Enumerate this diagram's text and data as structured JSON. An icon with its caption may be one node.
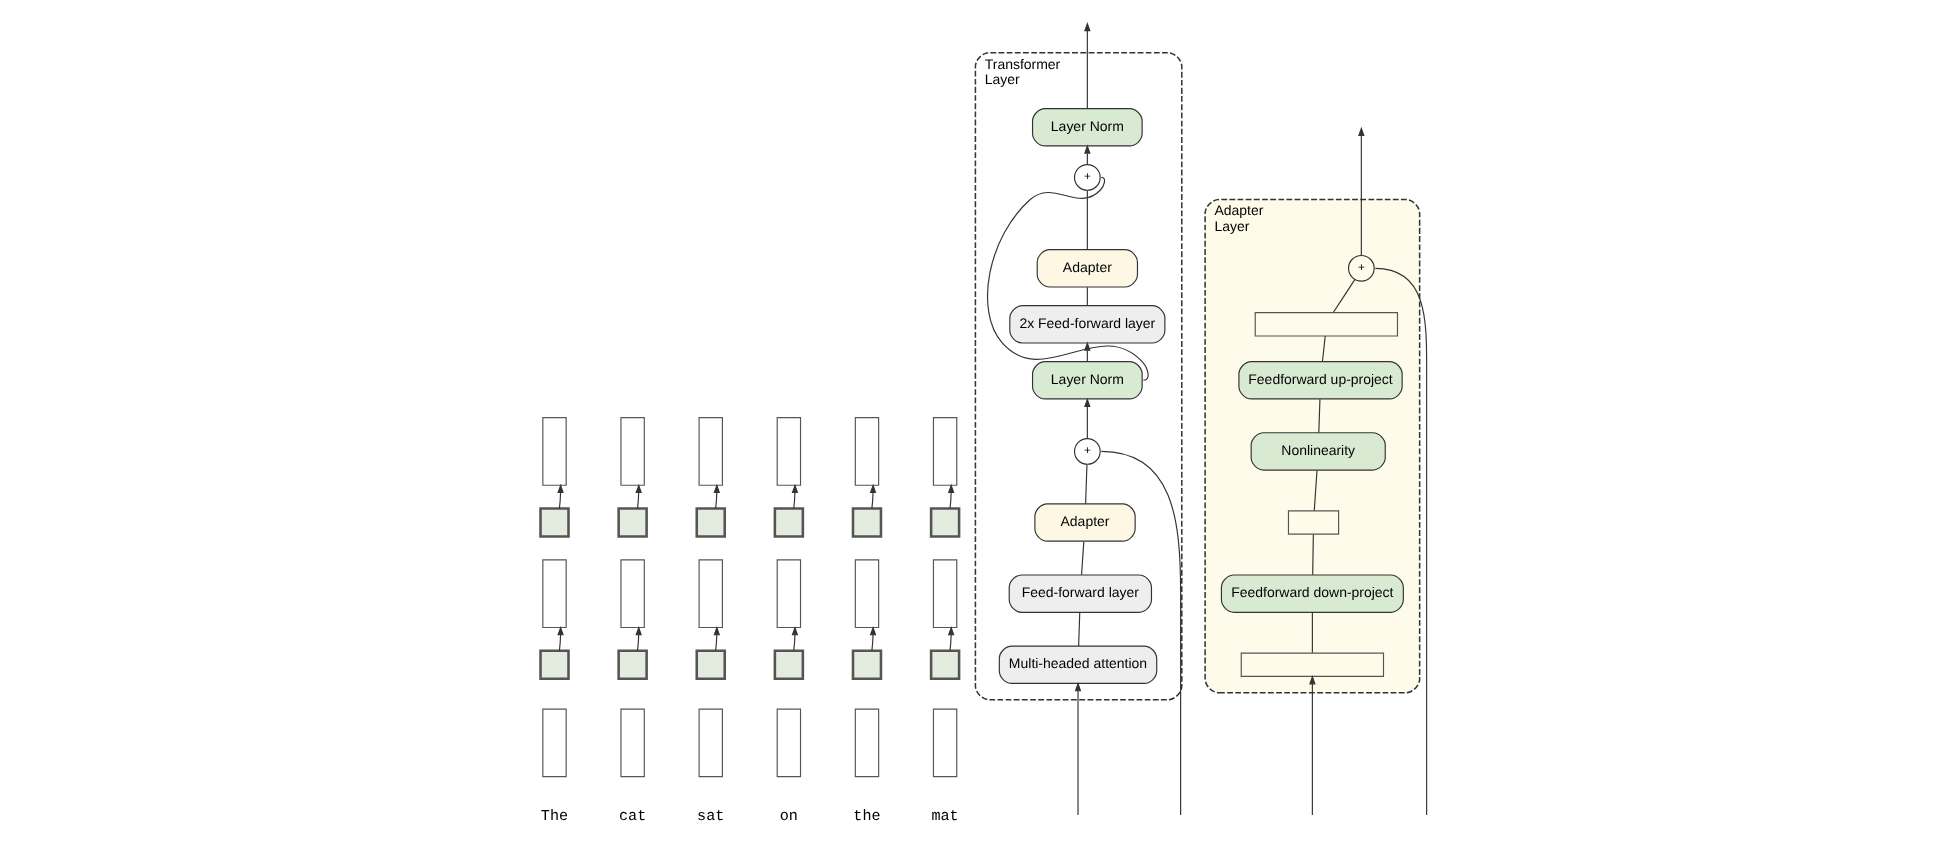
{
  "diagram": {
    "nodes": [
      {
        "text": [],
        "shape": "box"
      },
      {
        "text": [],
        "shape": "box"
      },
      {
        "text": [],
        "shape": "box"
      },
      {
        "text": [],
        "shape": "box"
      },
      {
        "text": [],
        "shape": "box"
      },
      {
        "text": [],
        "shape": "box"
      },
      {
        "text": [],
        "shape": "square"
      },
      {
        "text": [],
        "shape": "square"
      },
      {
        "text": [],
        "shape": "square"
      },
      {
        "text": [],
        "shape": "square"
      },
      {
        "text": [],
        "shape": "square"
      },
      {
        "text": [],
        "shape": "square"
      },
      {
        "text": [],
        "shape": "box"
      },
      {
        "text": [],
        "shape": "box"
      },
      {
        "text": [],
        "shape": "box"
      },
      {
        "text": [],
        "shape": "box"
      },
      {
        "text": [],
        "shape": "box"
      },
      {
        "text": [],
        "shape": "box"
      },
      {
        "text": [],
        "shape": "square"
      },
      {
        "text": [],
        "shape": "square"
      },
      {
        "text": [],
        "shape": "square"
      },
      {
        "text": [],
        "shape": "square"
      },
      {
        "text": [],
        "shape": "square"
      },
      {
        "text": [],
        "shape": "square"
      },
      {
        "text": [],
        "shape": "box"
      },
      {
        "text": [],
        "shape": "box"
      },
      {
        "text": [],
        "shape": "box"
      },
      {
        "text": [],
        "shape": "box"
      },
      {
        "text": [],
        "shape": "box"
      },
      {
        "text": [],
        "shape": "box"
      },
      {
        "text": [
          "Transformer Layer"
        ]
      },
      {
        "text": [
          "Layer Norm"
        ],
        "in": 30
      },
      {
        "text": [
          "+"
        ],
        "in": 30
      },
      {
        "text": [
          "Adapter"
        ],
        "in": 30
      },
      {
        "text": [
          "2x Feed-forward layer"
        ],
        "in": 30
      },
      {
        "text": [
          "Layer Norm"
        ],
        "in": 30
      },
      {
        "text": [
          "+"
        ],
        "in": 30
      },
      {
        "text": [
          "Adapter"
        ],
        "in": 30
      },
      {
        "text": [
          "Feed-forward layer"
        ],
        "in": 30
      },
      {
        "text": [
          "Multi-headed attention"
        ],
        "in": 30
      },
      {
        "text": [
          "Adapter Layer"
        ]
      },
      {
        "text": [
          "+"
        ],
        "in": 40
      },
      {
        "text": [],
        "shape": "box",
        "in": 40
      },
      {
        "text": [
          "Feedforward up-project"
        ],
        "in": 40
      },
      {
        "text": [
          "Nonlinearity"
        ],
        "in": 40
      },
      {
        "text": [],
        "shape": "box",
        "in": 40
      },
      {
        "text": [
          "Feedforward down-project"
        ],
        "in": 40
      },
      {
        "text": [],
        "shape": "box",
        "in": 40
      }
    ],
    "edges": [
      {
        "from": 6,
        "to": 0,
        "arrow": "to"
      },
      {
        "from": 7,
        "to": 1,
        "arrow": "to"
      },
      {
        "from": 8,
        "to": 2,
        "arrow": "to"
      },
      {
        "from": 9,
        "to": 3,
        "arrow": "to"
      },
      {
        "from": 10,
        "to": 4,
        "arrow": "to"
      },
      {
        "from": 11,
        "to": 5,
        "arrow": "to"
      },
      {
        "from": 18,
        "to": 12,
        "arrow": "to"
      },
      {
        "from": 19,
        "to": 13,
        "arrow": "to"
      },
      {
        "from": 20,
        "to": 14,
        "arrow": "to"
      },
      {
        "from": 21,
        "to": 15,
        "arrow": "to"
      },
      {
        "from": 22,
        "to": 16,
        "arrow": "to"
      },
      {
        "from": 23,
        "to": 17,
        "arrow": "to"
      },
      {
        "from": null,
        "to": 39,
        "arrow": "to"
      },
      {
        "from": 39,
        "to": 38,
        "arrow": "none"
      },
      {
        "from": 38,
        "to": 37,
        "arrow": "none"
      },
      {
        "from": 37,
        "to": 36,
        "arrow": "none"
      },
      {
        "from": null,
        "to": 36,
        "arrow": "none"
      },
      {
        "from": 36,
        "to": 35,
        "arrow": "to"
      },
      {
        "from": 35,
        "to": 34,
        "arrow": "to"
      },
      {
        "from": 34,
        "to": 33,
        "arrow": "none"
      },
      {
        "from": 33,
        "to": 32,
        "arrow": "none"
      },
      {
        "from": 35,
        "to": 32,
        "arrow": "none"
      },
      {
        "from": 32,
        "to": 31,
        "arrow": "to"
      },
      {
        "from": 31,
        "to": null,
        "arrow": "to"
      },
      {
        "from": null,
        "to": 47,
        "arrow": "to"
      },
      {
        "from": 47,
        "to": 46,
        "arrow": "none"
      },
      {
        "from": 46,
        "to": 45,
        "arrow": "none"
      },
      {
        "from": 45,
        "to": 44,
        "arrow": "none"
      },
      {
        "from": 44,
        "to": 43,
        "arrow": "none"
      },
      {
        "from": 43,
        "to": 42,
        "arrow": "none"
      },
      {
        "from": 42,
        "to": 41,
        "arrow": "none"
      },
      {
        "from": null,
        "to": 41,
        "arrow": "none"
      },
      {
        "from": 41,
        "to": null,
        "arrow": "to"
      }
    ],
    "labels": [
      "The",
      "cat",
      "sat",
      "on",
      "the",
      "mat"
    ]
  }
}
